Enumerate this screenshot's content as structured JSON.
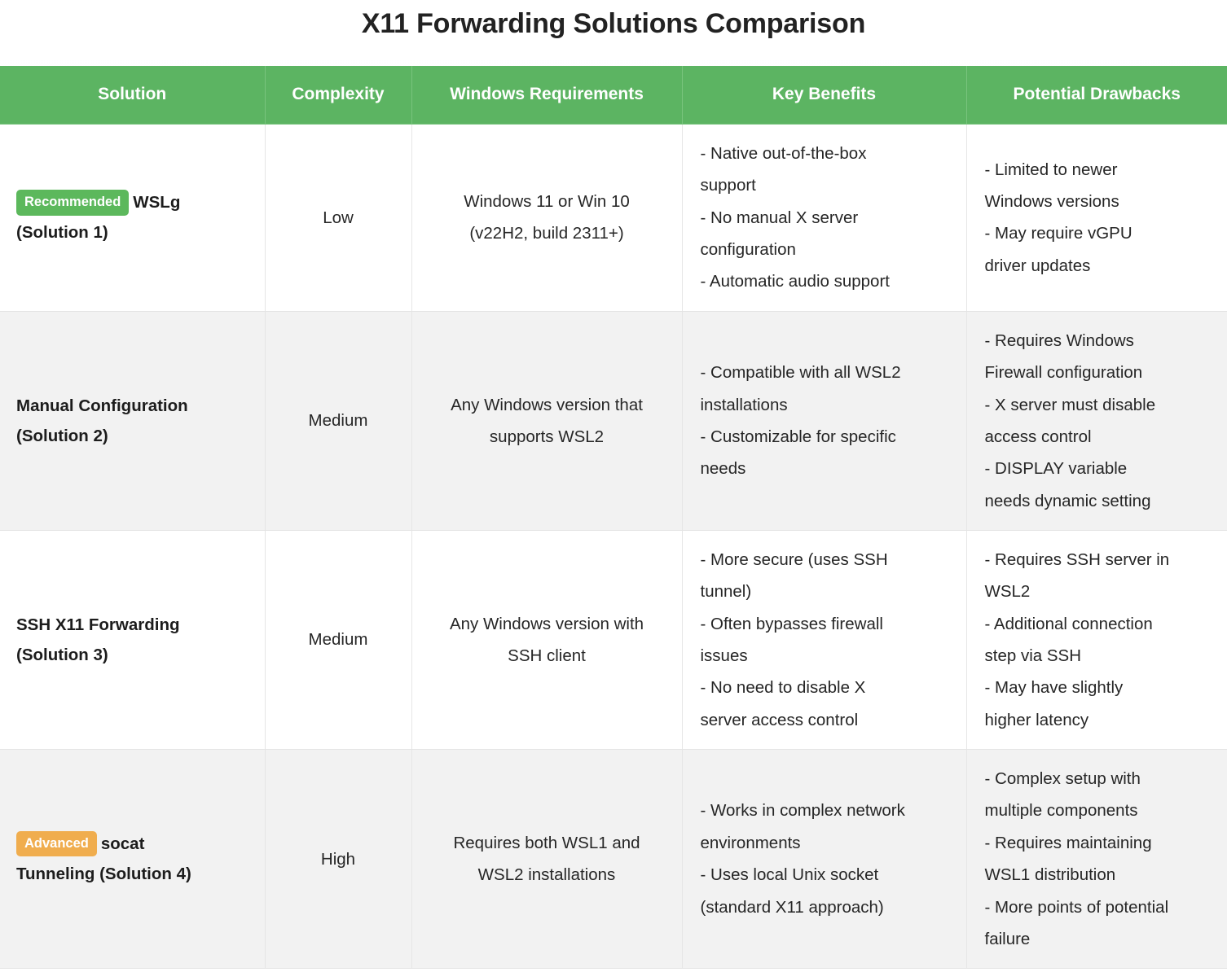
{
  "page": {
    "title": "X11 Forwarding Solutions Comparison"
  },
  "colors": {
    "header_green": "#5cb462",
    "badge_recommended": "#5cb85c",
    "badge_advanced": "#f0ad4e",
    "row_even_background": "#f2f2f2",
    "row_odd_background": "#ffffff"
  },
  "table": {
    "columns": [
      {
        "key": "solution",
        "label": "Solution"
      },
      {
        "key": "complexity",
        "label": "Complexity"
      },
      {
        "key": "winreq",
        "label": "Windows Requirements"
      },
      {
        "key": "benefits",
        "label": "Key Benefits"
      },
      {
        "key": "drawbacks",
        "label": "Potential Drawbacks"
      }
    ],
    "rows": [
      {
        "badge": "Recommended",
        "badge_type": "recommended",
        "solution_lines": [
          "WSLg",
          "(Solution 1)"
        ],
        "solution_name": "WSLg (Solution 1)",
        "complexity": "Low",
        "winreq_lines": [
          "Windows 11 or Win 10",
          "(v22H2, build 2311+)"
        ],
        "benefits_lines": [
          "- Native out-of-the-box",
          "support",
          "- No manual X server",
          "configuration",
          "- Automatic audio support"
        ],
        "drawbacks_lines": [
          "- Limited to newer",
          "Windows versions",
          "- May require vGPU",
          "driver updates"
        ]
      },
      {
        "badge": null,
        "badge_type": null,
        "solution_lines": [
          "Manual Configuration",
          "(Solution 2)"
        ],
        "solution_name": "Manual Configuration (Solution 2)",
        "complexity": "Medium",
        "winreq_lines": [
          "Any Windows version that",
          "supports WSL2"
        ],
        "benefits_lines": [
          "- Compatible with all WSL2",
          "installations",
          "- Customizable for specific",
          "needs"
        ],
        "drawbacks_lines": [
          "- Requires Windows",
          "Firewall configuration",
          "- X server must disable",
          "access control",
          "- DISPLAY variable",
          "needs dynamic setting"
        ]
      },
      {
        "badge": null,
        "badge_type": null,
        "solution_lines": [
          "SSH X11 Forwarding",
          "(Solution 3)"
        ],
        "solution_name": "SSH X11 Forwarding (Solution 3)",
        "complexity": "Medium",
        "winreq_lines": [
          "Any Windows version with",
          "SSH client"
        ],
        "benefits_lines": [
          "- More secure (uses SSH",
          "tunnel)",
          "- Often bypasses firewall",
          "issues",
          "- No need to disable X",
          "server access control"
        ],
        "drawbacks_lines": [
          "- Requires SSH server in",
          "WSL2",
          "- Additional connection",
          "step via SSH",
          "- May have slightly",
          "higher latency"
        ]
      },
      {
        "badge": "Advanced",
        "badge_type": "advanced",
        "solution_lines": [
          "socat",
          "Tunneling (Solution 4)"
        ],
        "solution_name": "socat Tunneling (Solution 4)",
        "complexity": "High",
        "winreq_lines": [
          "Requires both WSL1 and",
          "WSL2 installations"
        ],
        "benefits_lines": [
          "- Works in complex network",
          "environments",
          "- Uses local Unix socket",
          "(standard X11 approach)"
        ],
        "drawbacks_lines": [
          "- Complex setup with",
          "multiple components",
          "- Requires maintaining",
          "WSL1 distribution",
          "- More points of potential",
          "failure"
        ]
      }
    ]
  }
}
